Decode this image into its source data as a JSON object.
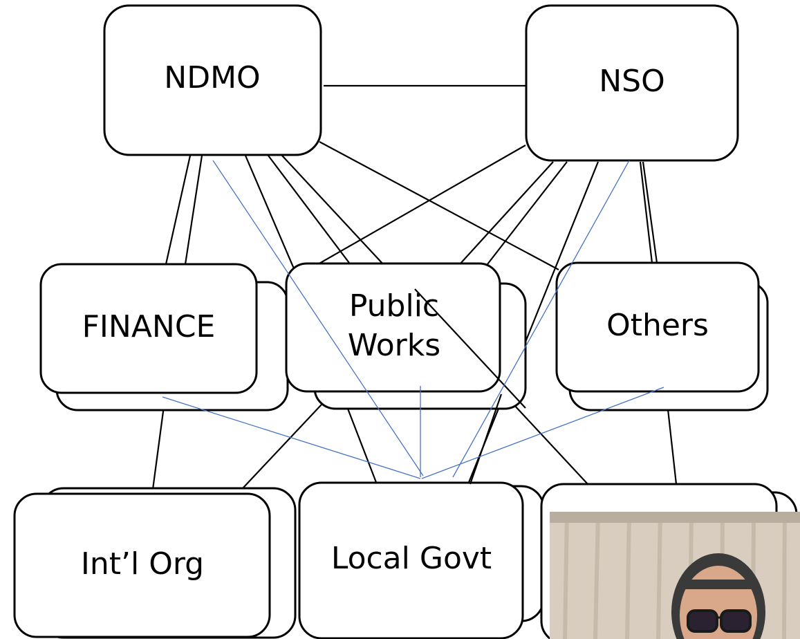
{
  "slide": {
    "nodes": {
      "ndmo": "NDMO",
      "nso": "NSO",
      "finance": "FINANCE",
      "public_works_line1": "Public",
      "public_works_line2": "Works",
      "others": "Others",
      "intl_org": "Int’l Org",
      "local_govt": "Local Govt"
    },
    "colors": {
      "box_stroke": "#000000",
      "connector_black": "#000000",
      "connector_blue": "#4472c4"
    }
  },
  "webcam": {
    "description_icon": "person-video-feed"
  }
}
